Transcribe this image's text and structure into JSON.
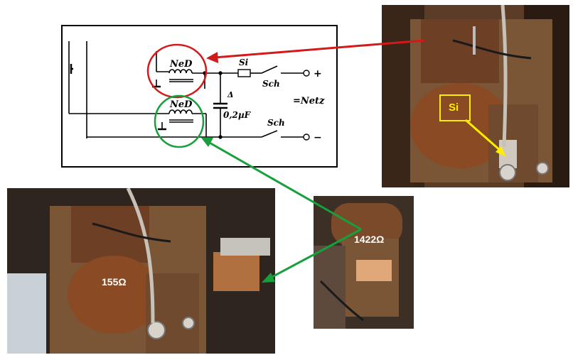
{
  "schematic": {
    "coil_label_top": "NeD",
    "coil_label_bottom": "NeD",
    "fuse_label": "Si",
    "switch_label_top": "Sch",
    "switch_label_bottom": "Sch",
    "cap_mark": "Δ",
    "cap_value": "0,2µF",
    "plus_label": "+",
    "minus_label": "−",
    "netz_label": "=Netz"
  },
  "photos": {
    "top_right": {
      "callout": "Si"
    },
    "bottom_left": {
      "resistance": "155Ω"
    },
    "bottom_right": {
      "resistance": "1422Ω"
    }
  },
  "colors": {
    "red_arrow": "#d21a1a",
    "green_arrow": "#16a03c",
    "yellow_callout": "#ffee00"
  }
}
